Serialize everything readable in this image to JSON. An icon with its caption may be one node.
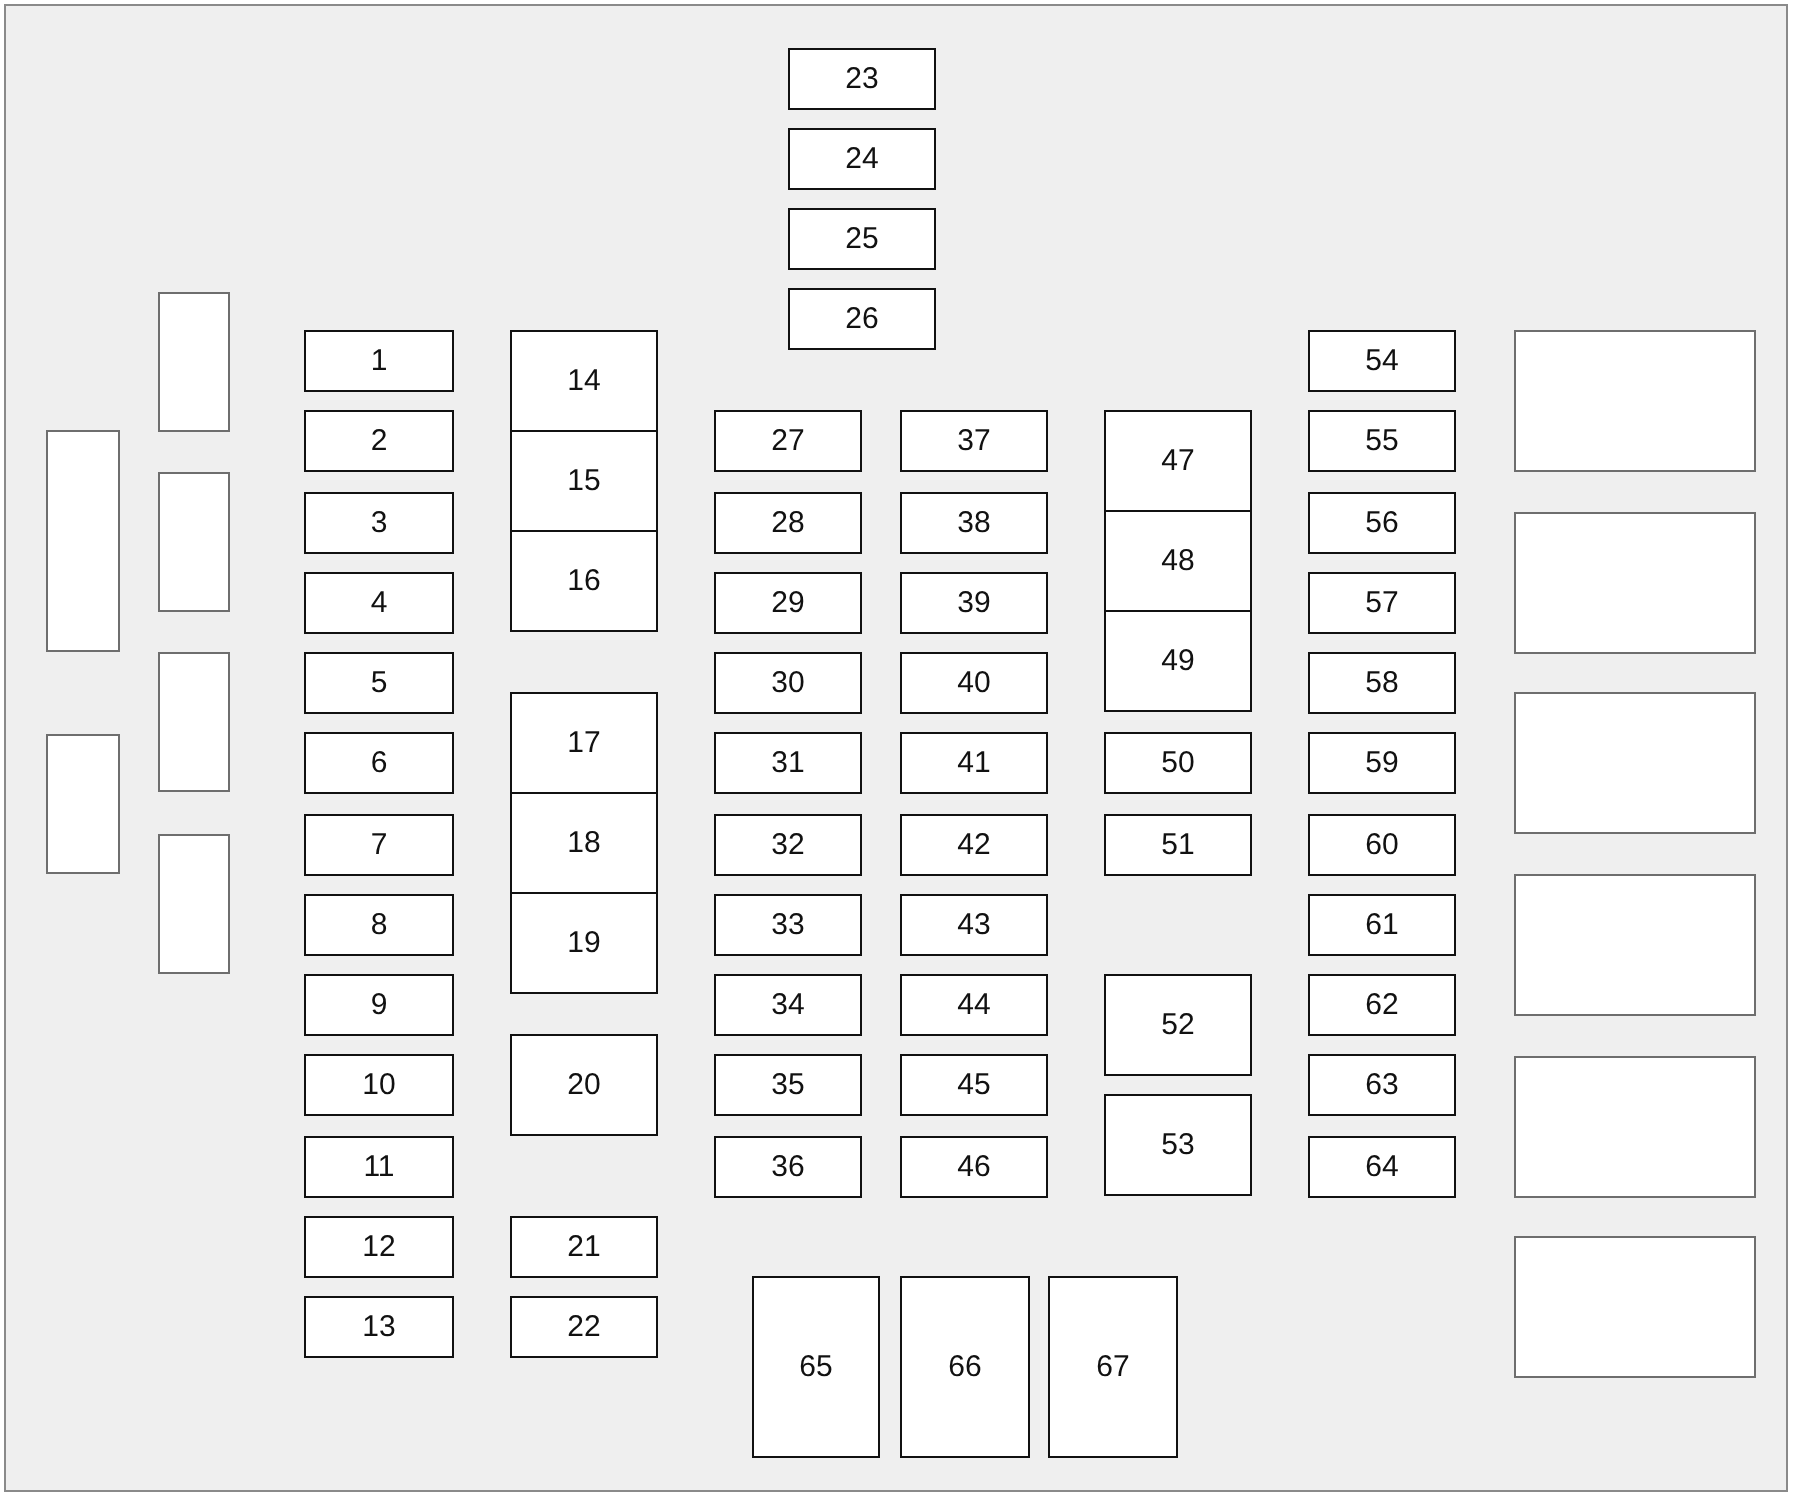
{
  "diagram": {
    "nodes": [
      {
        "text": [],
        "shape": "box"
      },
      {
        "text": [],
        "shape": "box"
      },
      {
        "text": [],
        "shape": "box"
      },
      {
        "text": [],
        "shape": "box"
      },
      {
        "text": [],
        "shape": "box"
      },
      {
        "text": [],
        "shape": "box"
      },
      {
        "text": [
          "1"
        ]
      },
      {
        "text": [
          "2"
        ]
      },
      {
        "text": [
          "3"
        ]
      },
      {
        "text": [
          "4"
        ]
      },
      {
        "text": [
          "5"
        ]
      },
      {
        "text": [
          "6"
        ]
      },
      {
        "text": [
          "7"
        ]
      },
      {
        "text": [
          "8"
        ]
      },
      {
        "text": [
          "9"
        ]
      },
      {
        "text": [
          "10"
        ]
      },
      {
        "text": [
          "11"
        ]
      },
      {
        "text": [
          "12"
        ]
      },
      {
        "text": [
          "13"
        ]
      },
      {
        "text": [
          "14"
        ]
      },
      {
        "text": [
          "15"
        ]
      },
      {
        "text": [
          "16"
        ]
      },
      {
        "text": [
          "17"
        ]
      },
      {
        "text": [
          "18"
        ]
      },
      {
        "text": [
          "19"
        ]
      },
      {
        "text": [
          "20"
        ]
      },
      {
        "text": [
          "21"
        ]
      },
      {
        "text": [
          "22"
        ]
      },
      {
        "text": [
          "23"
        ]
      },
      {
        "text": [
          "24"
        ]
      },
      {
        "text": [
          "25"
        ]
      },
      {
        "text": [
          "26"
        ]
      },
      {
        "text": [
          "27"
        ]
      },
      {
        "text": [
          "28"
        ]
      },
      {
        "text": [
          "29"
        ]
      },
      {
        "text": [
          "30"
        ]
      },
      {
        "text": [
          "31"
        ]
      },
      {
        "text": [
          "32"
        ]
      },
      {
        "text": [
          "33"
        ]
      },
      {
        "text": [
          "34"
        ]
      },
      {
        "text": [
          "35"
        ]
      },
      {
        "text": [
          "36"
        ]
      },
      {
        "text": [
          "37"
        ]
      },
      {
        "text": [
          "38"
        ]
      },
      {
        "text": [
          "39"
        ]
      },
      {
        "text": [
          "40"
        ]
      },
      {
        "text": [
          "41"
        ]
      },
      {
        "text": [
          "42"
        ]
      },
      {
        "text": [
          "43"
        ]
      },
      {
        "text": [
          "44"
        ]
      },
      {
        "text": [
          "45"
        ]
      },
      {
        "text": [
          "46"
        ]
      },
      {
        "text": [
          "47"
        ]
      },
      {
        "text": [
          "48"
        ]
      },
      {
        "text": [
          "49"
        ]
      },
      {
        "text": [
          "50"
        ]
      },
      {
        "text": [
          "51"
        ]
      },
      {
        "text": [
          "52"
        ]
      },
      {
        "text": [
          "53"
        ]
      },
      {
        "text": [
          "54"
        ]
      },
      {
        "text": [
          "55"
        ]
      },
      {
        "text": [
          "56"
        ]
      },
      {
        "text": [
          "57"
        ]
      },
      {
        "text": [
          "58"
        ]
      },
      {
        "text": [
          "59"
        ]
      },
      {
        "text": [
          "60"
        ]
      },
      {
        "text": [
          "61"
        ]
      },
      {
        "text": [
          "62"
        ]
      },
      {
        "text": [
          "63"
        ]
      },
      {
        "text": [
          "64"
        ]
      },
      {
        "text": [
          "65"
        ]
      },
      {
        "text": [
          "66"
        ]
      },
      {
        "text": [
          "67"
        ]
      },
      {
        "text": [],
        "shape": "box"
      },
      {
        "text": [],
        "shape": "box"
      },
      {
        "text": [],
        "shape": "box"
      },
      {
        "text": [],
        "shape": "box"
      },
      {
        "text": [],
        "shape": "box"
      },
      {
        "text": [],
        "shape": "box"
      }
    ],
    "edges": []
  }
}
